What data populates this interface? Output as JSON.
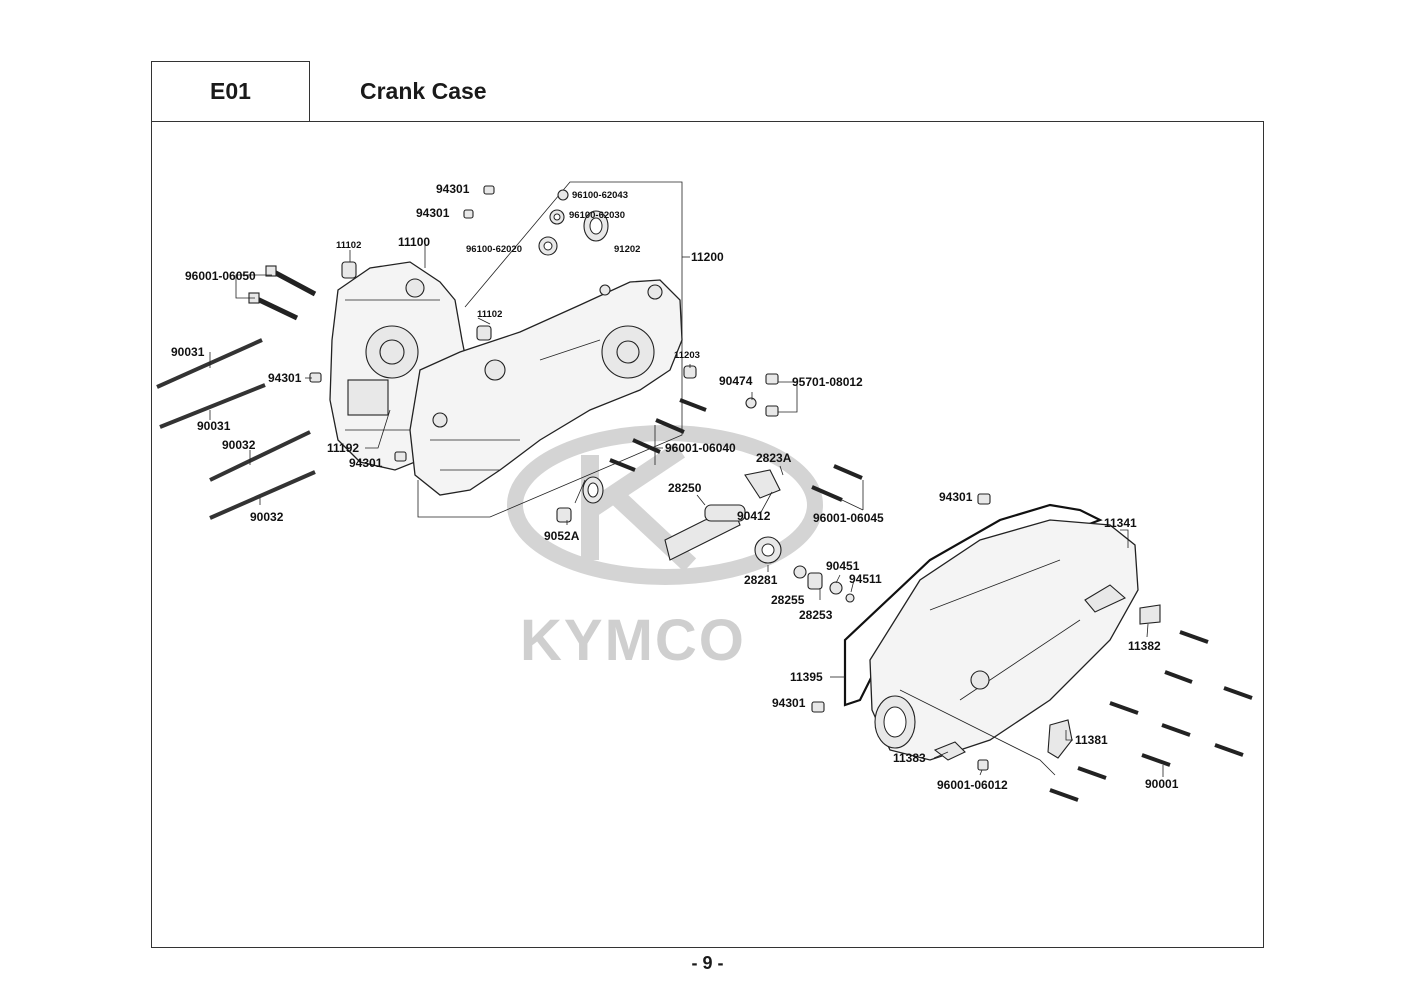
{
  "header": {
    "code": "E01",
    "title": "Crank Case"
  },
  "watermark": {
    "brand": "KYMCO"
  },
  "footer": {
    "page_number": "- 9 -"
  },
  "parts_labels": [
    {
      "id": "94301"
    },
    {
      "id": "94301"
    },
    {
      "id": "96100-62043"
    },
    {
      "id": "96100-62030"
    },
    {
      "id": "96100-62020"
    },
    {
      "id": "91202"
    },
    {
      "id": "11200"
    },
    {
      "id": "11102"
    },
    {
      "id": "11100"
    },
    {
      "id": "96001-06050"
    },
    {
      "id": "11102"
    },
    {
      "id": "90031"
    },
    {
      "id": "94301"
    },
    {
      "id": "11203"
    },
    {
      "id": "90474"
    },
    {
      "id": "95701-08012"
    },
    {
      "id": "90031"
    },
    {
      "id": "90032"
    },
    {
      "id": "11192"
    },
    {
      "id": "94301"
    },
    {
      "id": "96001-06040"
    },
    {
      "id": "2823A"
    },
    {
      "id": "28250"
    },
    {
      "id": "90412"
    },
    {
      "id": "90032"
    },
    {
      "id": "94301"
    },
    {
      "id": "96001-06045"
    },
    {
      "id": "11341"
    },
    {
      "id": "9052A"
    },
    {
      "id": "90451"
    },
    {
      "id": "28281"
    },
    {
      "id": "94511"
    },
    {
      "id": "28255"
    },
    {
      "id": "28253"
    },
    {
      "id": "11382"
    },
    {
      "id": "11395"
    },
    {
      "id": "94301"
    },
    {
      "id": "11381"
    },
    {
      "id": "11383"
    },
    {
      "id": "96001-06012"
    },
    {
      "id": "90001"
    }
  ]
}
